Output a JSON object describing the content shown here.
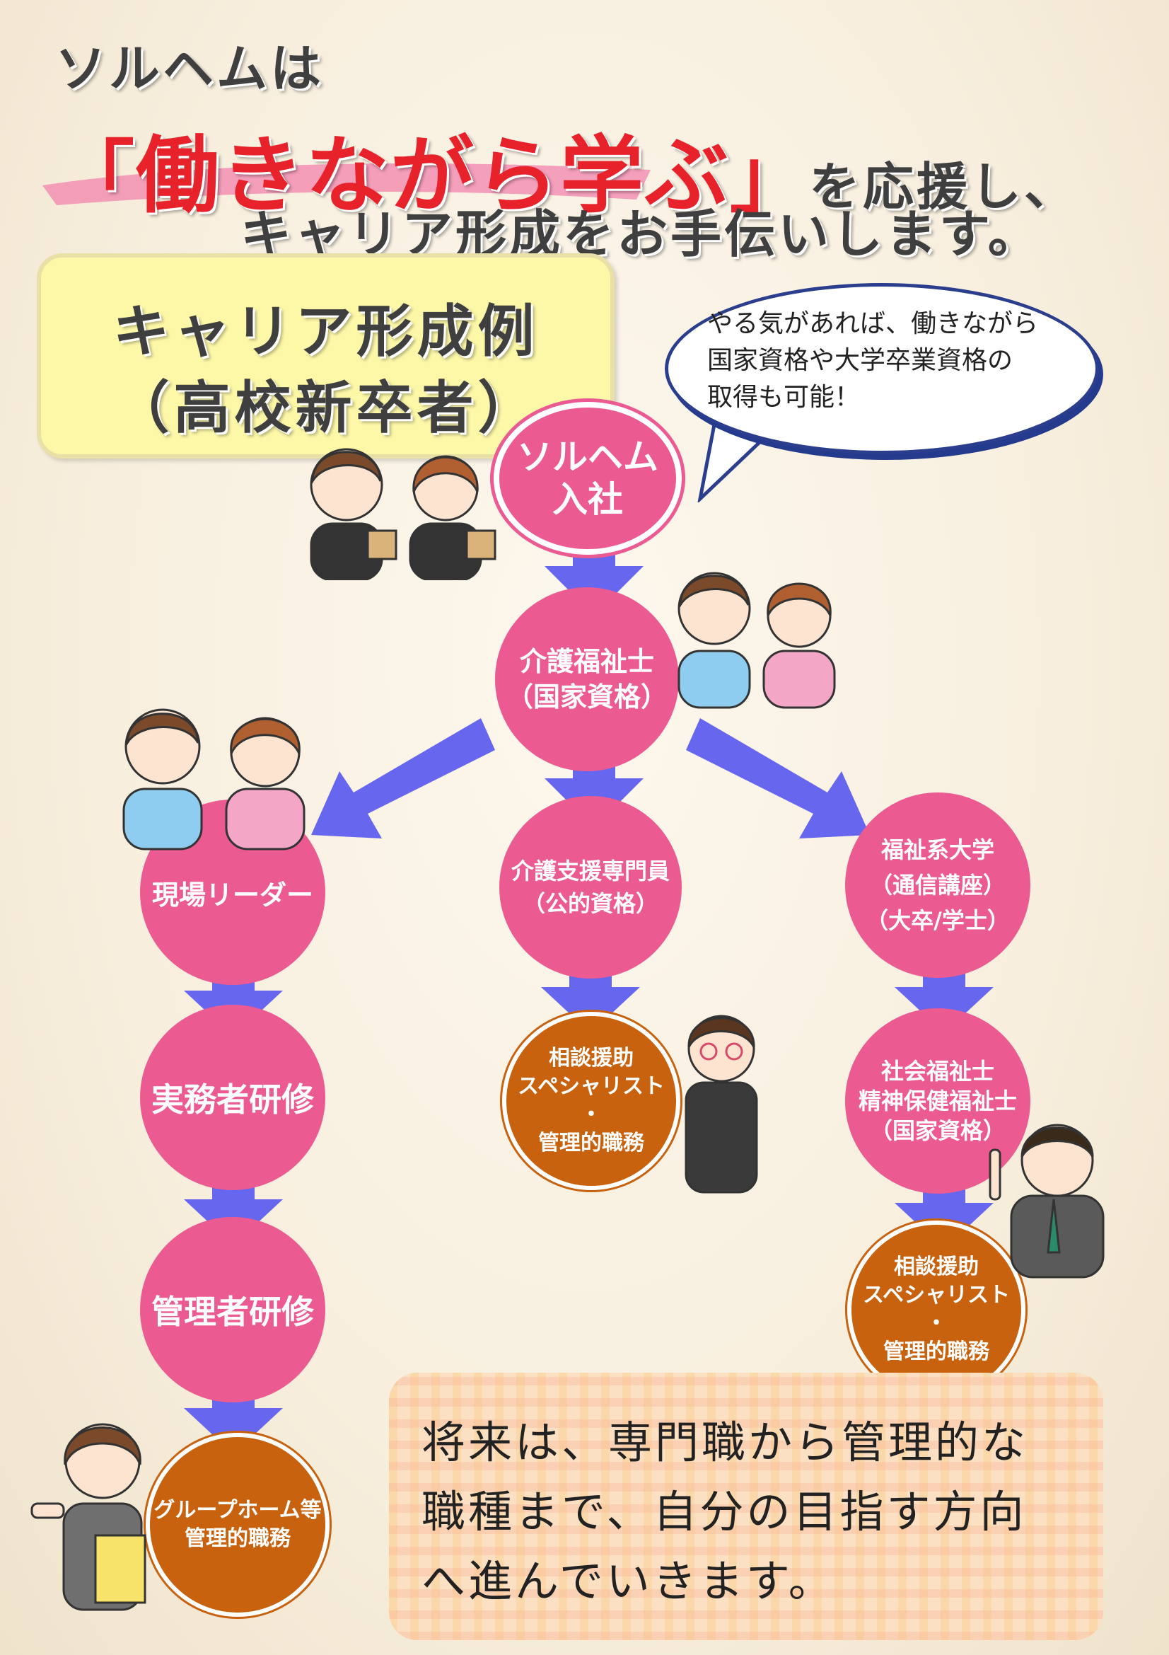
{
  "header": {
    "line1": "ソルヘムは",
    "line2_open": "「",
    "line2_main": "働きながら学ぶ",
    "line2_close": "」",
    "line2_tail": "を応援し、",
    "line3": "キャリア形成をお手伝いします。"
  },
  "title_box": {
    "line1": "キャリア形成例",
    "line2": "（高校新卒者）"
  },
  "bubble": {
    "lines": [
      "やる気があれば、働きながら",
      "国家資格や大学卒業資格の",
      "取得も可能！"
    ]
  },
  "nodes": {
    "start": [
      "ソルヘム",
      "入社"
    ],
    "kaigo_fukushishi": [
      "介護福祉士",
      "（国家資格）"
    ],
    "genba_leader": [
      "現場リーダー"
    ],
    "jitsumusha": [
      "実務者研修"
    ],
    "kanrisha": [
      "管理者研修"
    ],
    "gh_kanri": [
      "グループホーム等",
      "管理的職務"
    ],
    "kaigo_shien": [
      "介護支援専門員",
      "（公的資格）"
    ],
    "soudan_mid": [
      "相談援助",
      "スペシャリスト",
      "・",
      "管理的職務"
    ],
    "daigaku": [
      "福祉系大学",
      "（通信講座）",
      "（大卒/学士）"
    ],
    "shakai": [
      "社会福祉士",
      "精神保健福祉士",
      "（国家資格）"
    ],
    "soudan_right": [
      "相談援助",
      "スペシャリスト",
      "・",
      "管理的職務"
    ]
  },
  "message": {
    "lines": [
      "将来は、専門職から管理的な",
      "職種まで、自分の目指す方向",
      "へ進んでいきます。"
    ]
  },
  "colors": {
    "circle_pink": "#ec5a92",
    "circle_brown": "#c8620e",
    "arrow": "#6666ee",
    "accent_red": "#e8222b"
  }
}
